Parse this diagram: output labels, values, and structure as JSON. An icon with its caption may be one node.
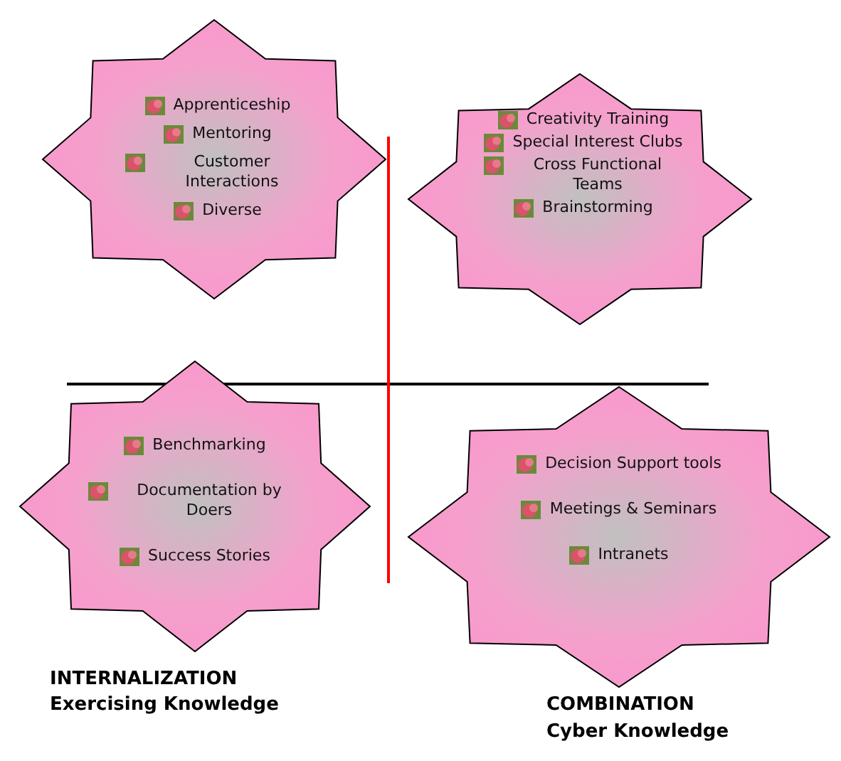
{
  "diagram": {
    "nodes": [
      {
        "text": [
          "Apprenticeship",
          "Mentoring",
          "Customer Interactions",
          "Diverse"
        ]
      },
      {
        "text": [
          "Creativity Training",
          "Special Interest Clubs",
          "Cross Functional Teams",
          "Brainstorming"
        ]
      },
      {
        "text": [
          "Benchmarking",
          "Documentation by Doers",
          "Success Stories"
        ]
      },
      {
        "text": [
          "Decision Support tools",
          "Meetings & Seminars",
          "Intranets"
        ]
      }
    ],
    "edges": [],
    "labels": [
      "INTERNALIZATION",
      "Exercising Knowledge",
      "COMBINATION",
      "Cyber Knowledge"
    ]
  }
}
